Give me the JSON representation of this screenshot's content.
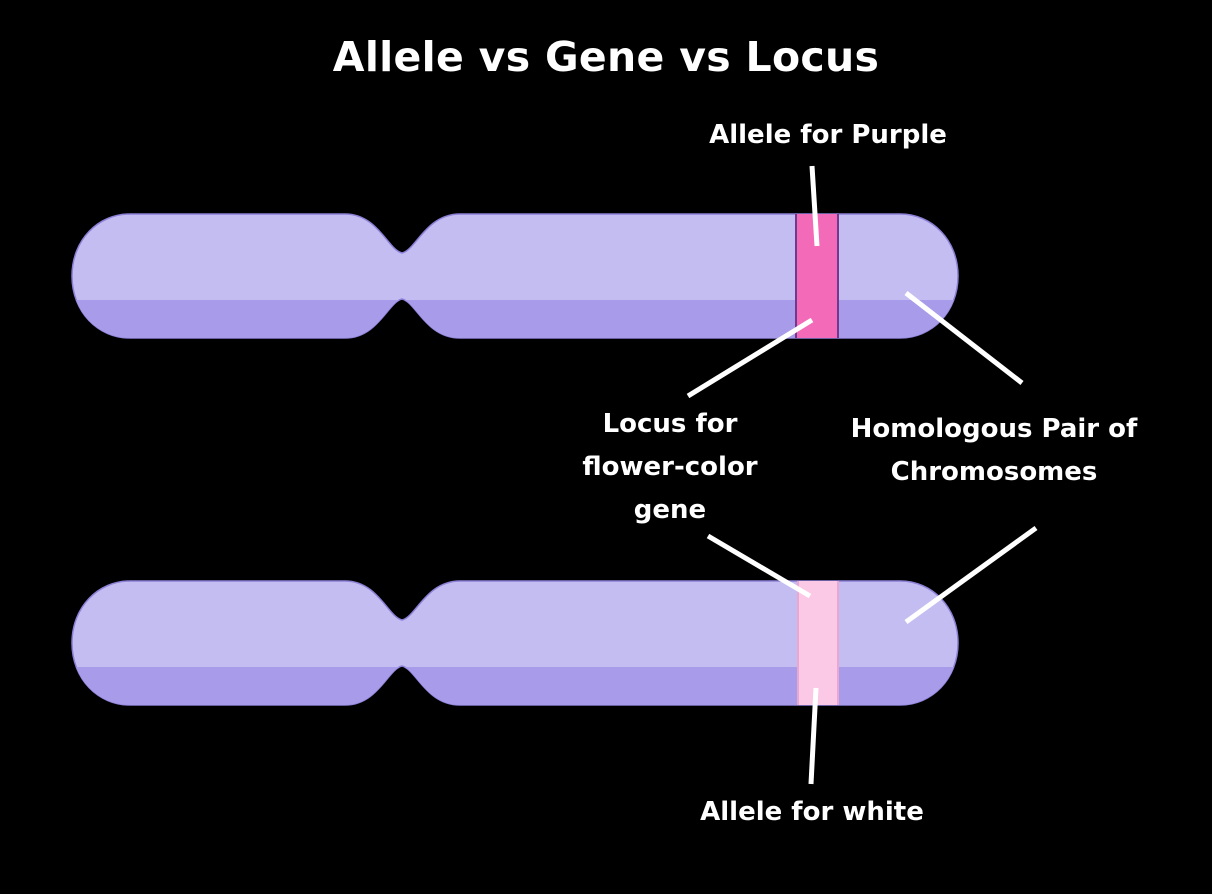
{
  "title": "Allele vs Gene vs Locus",
  "labels": {
    "allele_purple": "Allele for Purple",
    "locus_lines": [
      "Locus for",
      "flower-color",
      "gene"
    ],
    "homologous_lines": [
      "Homologous Pair of",
      "Chromosomes"
    ],
    "allele_white": "Allele for white"
  },
  "colors": {
    "background": "#000000",
    "chromosome_fill": "#c4bdf2",
    "chromosome_shadow": "#a79bea",
    "chromosome_outline": "#8b80d6",
    "band_purple": "#f36ab9",
    "band_white": "#fbc8e6",
    "leader_line": "#ffffff"
  }
}
